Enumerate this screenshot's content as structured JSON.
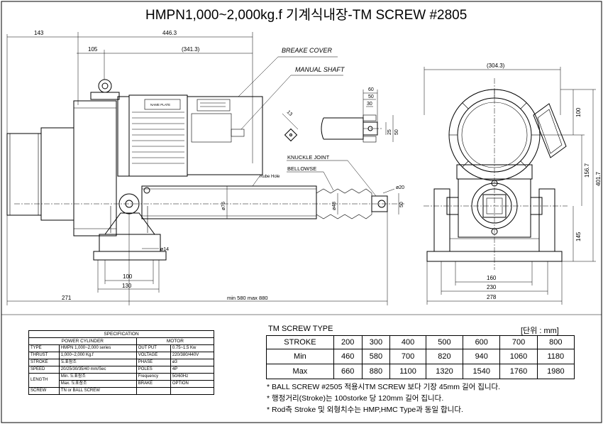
{
  "title": "HMPN1,000~2,000kg.f 기계식내장-TM SCREW #2805",
  "side_view": {
    "dims": [
      "143",
      "446.3",
      "105",
      "(341.3)",
      "100",
      "130",
      "271",
      "min 580 max 880",
      "ø76",
      "ø48",
      "ø20",
      "ø14",
      "50"
    ],
    "callouts": [
      "BREAKE COVER",
      "MANUAL SHAFT",
      "KNUCKLE JOINT",
      "BELLOWSE",
      "Rube Hole"
    ],
    "nameplate": "NAME PLATE"
  },
  "shaft_detail": {
    "dims": [
      "60",
      "50",
      "30",
      "13",
      "25",
      "50"
    ]
  },
  "end_view": {
    "dims": [
      "(304.3)",
      "100",
      "156.7",
      "401.7",
      "145",
      "160",
      "230",
      "278"
    ]
  },
  "spec": {
    "heading": "SPECIFICATION",
    "col_power": "POWER CYLINDER",
    "col_motor": "MOTOR",
    "rows": [
      {
        "label": "TYPE",
        "value": "HMPN 1,000~2,000 series",
        "mlabel": "OUT PUT",
        "mvalue": "0.75~1.5 Kw"
      },
      {
        "label": "THRUST",
        "value": "1,000~2,000 Kg.f",
        "mlabel": "VOLTAGE",
        "mvalue": "220/380/440V"
      },
      {
        "label": "STROKE",
        "value": "도표참조",
        "mlabel": "PHASE",
        "mvalue": "ø3"
      },
      {
        "label": "SPEED",
        "value": "20/25/30/35/40 mm/Sec",
        "mlabel": "POLES",
        "mvalue": "4P"
      },
      {
        "label": "LENGTH",
        "value": "Min. 도표참조",
        "mlabel": "Frequency",
        "mvalue": "50/60Hz"
      },
      {
        "label": "",
        "value": "Max. 도표참조",
        "mlabel": "BRAKE",
        "mvalue": "OPTION"
      },
      {
        "label": "SCREW",
        "value": "TN or BALL SCREW",
        "mlabel": "",
        "mvalue": ""
      }
    ]
  },
  "tm_table": {
    "title": "TM SCREW TYPE",
    "unit": "[단위 : mm]",
    "header_label": "STROKE",
    "strokes": [
      "200",
      "300",
      "400",
      "500",
      "600",
      "700",
      "800"
    ],
    "rows": [
      {
        "label": "Min",
        "values": [
          "460",
          "580",
          "700",
          "820",
          "940",
          "1060",
          "1180"
        ]
      },
      {
        "label": "Max",
        "values": [
          "660",
          "880",
          "1100",
          "1320",
          "1540",
          "1760",
          "1980"
        ]
      }
    ]
  },
  "notes": [
    "* BALL SCREW #2505 적용시TM SCREW 보다 기장 45mm 길어 집니다.",
    "* 행정거리(Stroke)는 100storke 당 120mm 길어 집니다.",
    "* Rod측 Stroke 및 외형치수는 HMP,HMC Type과 동일 합니다."
  ]
}
